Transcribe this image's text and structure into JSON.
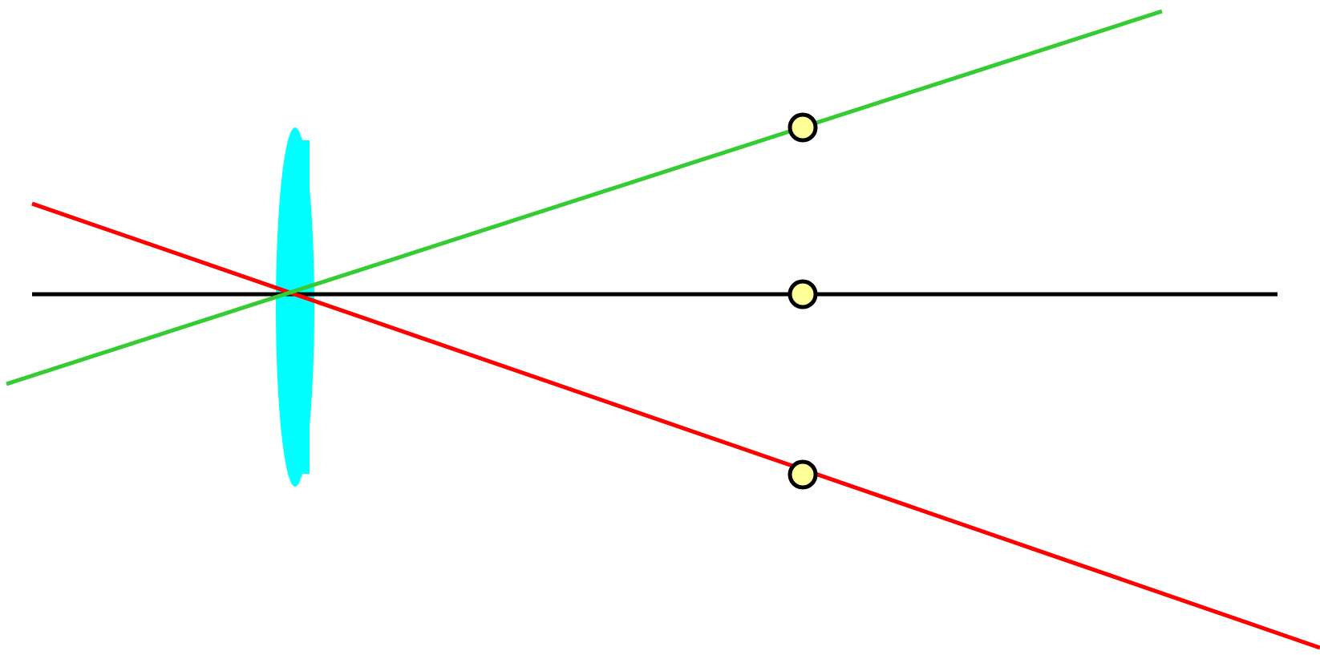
{
  "colors": {
    "background": "#ffffff",
    "lens": "#00ffff",
    "axis": "#000000",
    "ray_green": "#33cc33",
    "ray_red": "#ff0000",
    "point_fill": "#ffff99",
    "point_stroke": "#000000"
  },
  "elements": {
    "lens": {
      "shape": "biconvex-lens"
    },
    "rays": [
      {
        "name": "optical-axis",
        "color_key": "axis"
      },
      {
        "name": "green-ray",
        "color_key": "ray_green"
      },
      {
        "name": "red-ray",
        "color_key": "ray_red"
      }
    ],
    "points": [
      {
        "name": "top-point"
      },
      {
        "name": "axis-point"
      },
      {
        "name": "bottom-point"
      }
    ]
  }
}
